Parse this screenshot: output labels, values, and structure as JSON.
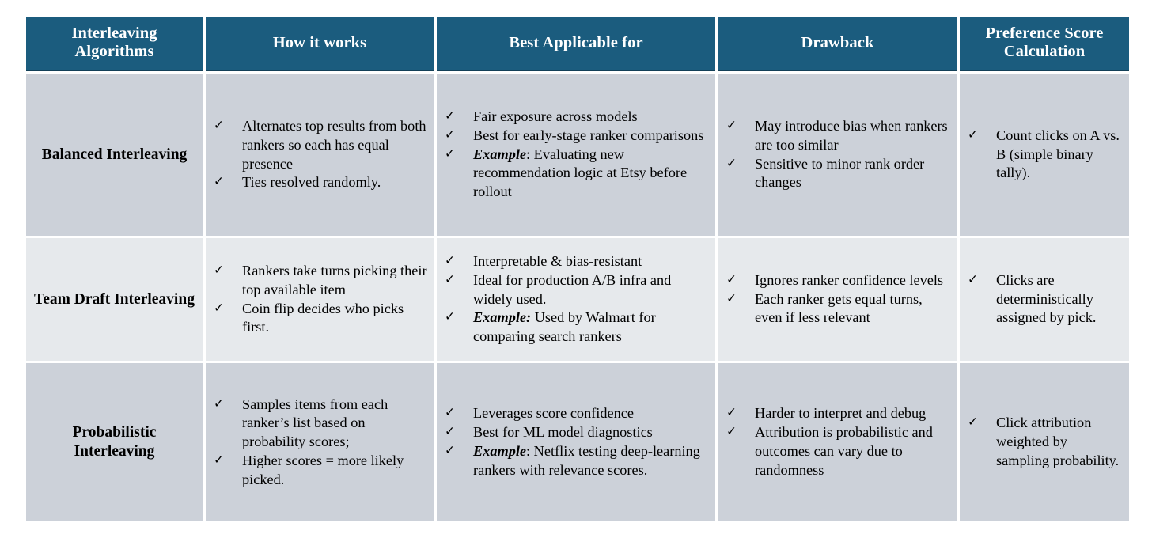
{
  "table": {
    "columns": [
      "Interleaving Algorithms",
      "How it works",
      "Best Applicable for",
      "Drawback",
      "Preference Score Calculation"
    ],
    "bullet_icon": "check-icon",
    "colors": {
      "header_background": "#1b5c7e",
      "header_text": "#ffffff",
      "row_odd_background": "#ccd1d9",
      "row_even_background": "#e6e9ec",
      "grid_gap": "#ffffff",
      "body_text": "#000000"
    },
    "rows": [
      {
        "algorithm": "Balanced Interleaving",
        "how_it_works": [
          "Alternates top results from both rankers so each has equal presence",
          "Ties resolved randomly."
        ],
        "best_applicable_for": [
          "Fair exposure across models",
          "Best for early-stage ranker comparisons",
          "Example: Evaluating new recommendation logic at Etsy before rollout"
        ],
        "best_applicable_for_emphasis": [
          "",
          "",
          "Example"
        ],
        "drawback": [
          "May introduce bias when rankers are too similar",
          "Sensitive to minor rank order changes"
        ],
        "preference_score_calculation": [
          "Count clicks on A vs. B (simple binary tally)."
        ]
      },
      {
        "algorithm": "Team Draft Interleaving",
        "how_it_works": [
          "Rankers take turns picking their top available item",
          "Coin flip decides who picks first."
        ],
        "best_applicable_for": [
          "Interpretable & bias-resistant",
          "Ideal for production A/B infra and widely used.",
          "Example: Used by Walmart for comparing search rankers"
        ],
        "best_applicable_for_emphasis": [
          "",
          "",
          "Example:"
        ],
        "drawback": [
          "Ignores ranker confidence levels",
          "Each ranker gets equal turns, even if less relevant"
        ],
        "preference_score_calculation": [
          "Clicks are deterministically assigned by pick."
        ]
      },
      {
        "algorithm": "Probabilistic Interleaving",
        "how_it_works": [
          "Samples items from each ranker’s list based on probability scores;",
          "Higher scores = more likely picked."
        ],
        "best_applicable_for": [
          "Leverages score confidence",
          "Best for ML model diagnostics",
          "Example: Netflix testing deep-learning rankers with relevance scores."
        ],
        "best_applicable_for_emphasis": [
          "",
          "",
          "Example"
        ],
        "drawback": [
          "Harder to interpret and debug",
          "Attribution is probabilistic and outcomes can vary due to randomness"
        ],
        "preference_score_calculation": [
          "Click attribution weighted by sampling probability."
        ]
      }
    ]
  }
}
